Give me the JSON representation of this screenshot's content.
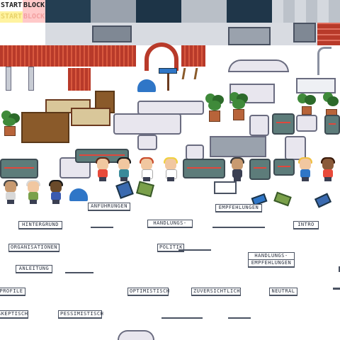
{
  "chips": {
    "start_top": "START",
    "block_top": "BLOCK",
    "start_bottom": "START",
    "block_bottom": "BLOCK"
  },
  "labels": {
    "empfehlungen_a": "ANFÜHRUNGEN",
    "empfehlungen_b": "EMPFEHLUNGEN",
    "hintergrund": "HINTERGRUND",
    "handlungs": "HANDLUNGS-",
    "intro": "INTRO",
    "organisationen": "ORGANISATIONEN",
    "politik": "POLITIK",
    "handlungsempfehlungen_1": "HANDLUNGS-",
    "handlungsempfehlungen_2": "EMPFEHLUNGEN",
    "anleitung": "ANLEITUNG",
    "profile": "PROFILE",
    "optimistisch": "OPTIMISTISCH",
    "zuversichtlich": "ZUVERSICHTLICH",
    "neutral": "NEUTRAL",
    "skeptisch": "SKEPTISCH",
    "pessimistisch": "PESSIMISTISCH"
  },
  "colors": {
    "start_chip": "#fff3a0",
    "block_chip": "#ffc9c9",
    "navy": "#1d3447",
    "wall_grey": "#c8ccd4",
    "floor_red": "#b83a2a"
  },
  "icons": [
    "plant-icon",
    "character-icon",
    "bench-icon",
    "book-icon",
    "umbrella-icon",
    "sign-icon"
  ]
}
